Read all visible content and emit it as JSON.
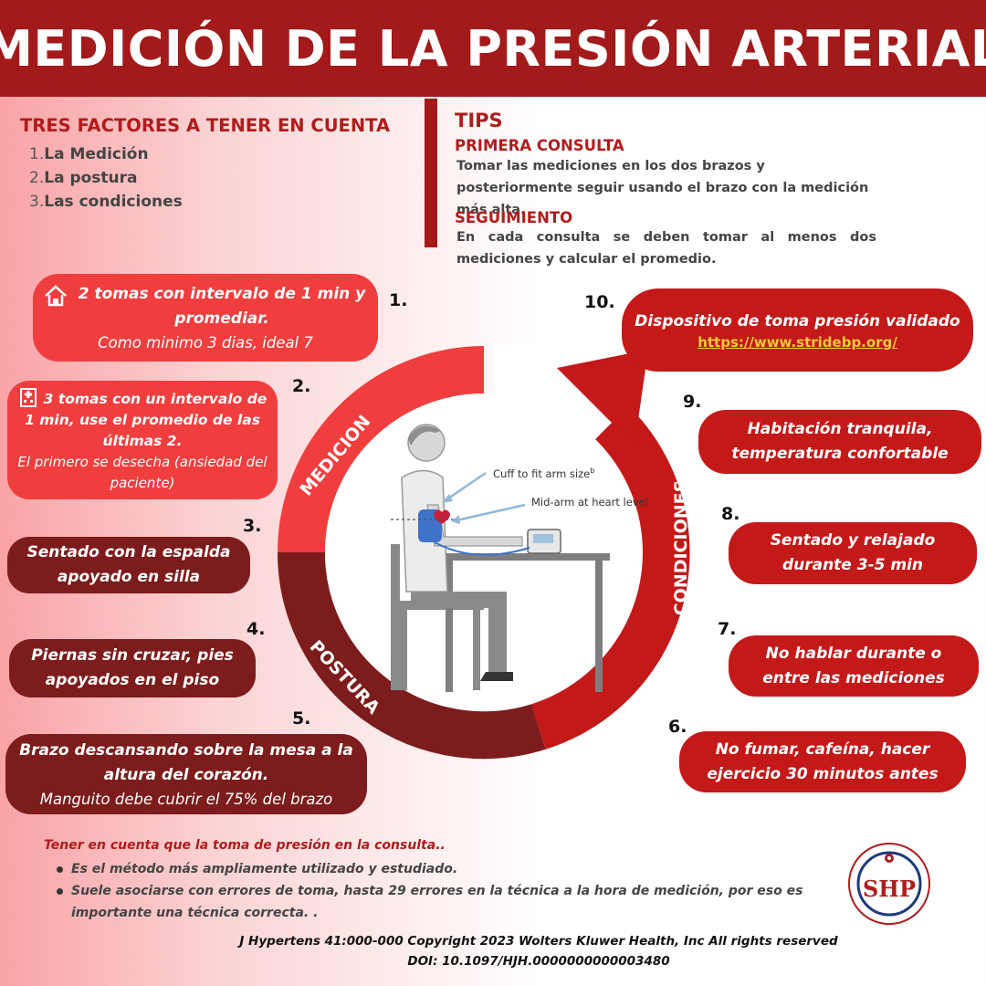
{
  "header": {
    "title": "MEDICIÓN DE LA PRESIÓN ARTERIAL"
  },
  "factors": {
    "title": "TRES FACTORES A TENER EN CUENTA",
    "items": [
      {
        "num": "1.",
        "label": "La Medición"
      },
      {
        "num": "2.",
        "label": "La postura"
      },
      {
        "num": "3.",
        "label": "Las condiciones"
      }
    ]
  },
  "tips": {
    "title": "TIPS",
    "first_heading": "PRIMERA CONSULTA",
    "first_text": "Tomar las mediciones en los dos brazos y posteriormente seguir usando el brazo con la medición más alta.",
    "follow_heading": "SEGUIMIENTO",
    "follow_text": "En cada consulta se deben tomar al menos dos mediciones y calcular el promedio."
  },
  "steps": [
    {
      "num": "1.",
      "main": "2 tomas con intervalo de 1 min y promediar.",
      "sub": "Como minimo 3 dias, ideal 7",
      "icon": "house-icon"
    },
    {
      "num": "2.",
      "main": "3 tomas con un intervalo de 1 min, use el promedio de las últimas 2.",
      "sub": "El primero se desecha (ansiedad del paciente)",
      "icon": "hospital-icon"
    },
    {
      "num": "3.",
      "main": "Sentado con la espalda apoyado en silla"
    },
    {
      "num": "4.",
      "main": "Piernas sin cruzar, pies apoyados en el piso"
    },
    {
      "num": "5.",
      "main": "Brazo descansando sobre la mesa a la altura del corazón.",
      "sub": "Manguito debe cubrir el 75% del brazo"
    },
    {
      "num": "6.",
      "main": "No fumar, cafeína, hacer ejercicio 30 minutos antes"
    },
    {
      "num": "7.",
      "main": "No hablar durante o entre las mediciones"
    },
    {
      "num": "8.",
      "main": "Sentado y relajado durante 3-5 min"
    },
    {
      "num": "9.",
      "main": "Habitación tranquila, temperatura confortable"
    },
    {
      "num": "10.",
      "main": "Dispositivo de toma presión validado",
      "link": "https://www.stridebp.org/"
    }
  ],
  "circle": {
    "labels": {
      "medicion": "MEDICION",
      "postura": "POSTURA",
      "condiciones": "CONDICIONES"
    },
    "illustration": {
      "cuff_label": "Cuff to fit arm size",
      "cuff_sup": "b",
      "midarm_label": "Mid-arm at heart level"
    },
    "colors": {
      "medicion": "#f03e3e",
      "postura": "#7c1c1c",
      "condiciones": "#c41919"
    }
  },
  "note": {
    "title": "Tener en cuenta que la toma de presión en la consulta..",
    "items": [
      "Es el método más ampliamente utilizado y estudiado.",
      "Suele asociarse con errores de toma, hasta 29 errores en la técnica a la hora de medición, por eso es importante una técnica correcta. ."
    ]
  },
  "citation": {
    "line1": "J Hypertens 41:000-000 Copyright 2023 Wolters Kluwer Health, Inc All rights reserved",
    "line2": "DOI: 10.1097/HJH.0000000000003480"
  },
  "logo": {
    "text": "SHP"
  }
}
